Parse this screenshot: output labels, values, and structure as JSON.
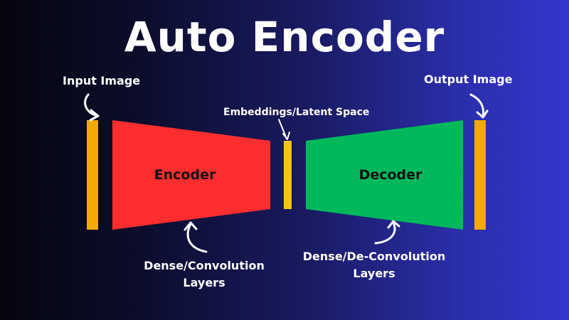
{
  "title": "Auto Encoder",
  "labels": {
    "input_image": "Input Image",
    "output_image": "Output Image",
    "latent_space": "Embeddings/Latent Space",
    "encoder": "Encoder",
    "decoder": "Decoder",
    "encoder_layers": [
      "Dense/Convolution",
      "Layers"
    ],
    "decoder_layers": [
      "Dense/De-Convolution",
      "Layers"
    ]
  },
  "colors": {
    "image_bar": "#f2a900",
    "latent_bar": "#f5c518",
    "encoder": "#ff2e2e",
    "decoder": "#00b85c",
    "text": "#ffffff",
    "block_text": "#111111"
  },
  "icons": {
    "input_arrow": "curved-arrow-down-icon",
    "output_arrow": "curved-arrow-down-icon",
    "latent_pointer": "arrow-down-icon",
    "encoder_arrow": "curved-arrow-up-icon",
    "decoder_arrow": "curved-arrow-up-icon"
  }
}
